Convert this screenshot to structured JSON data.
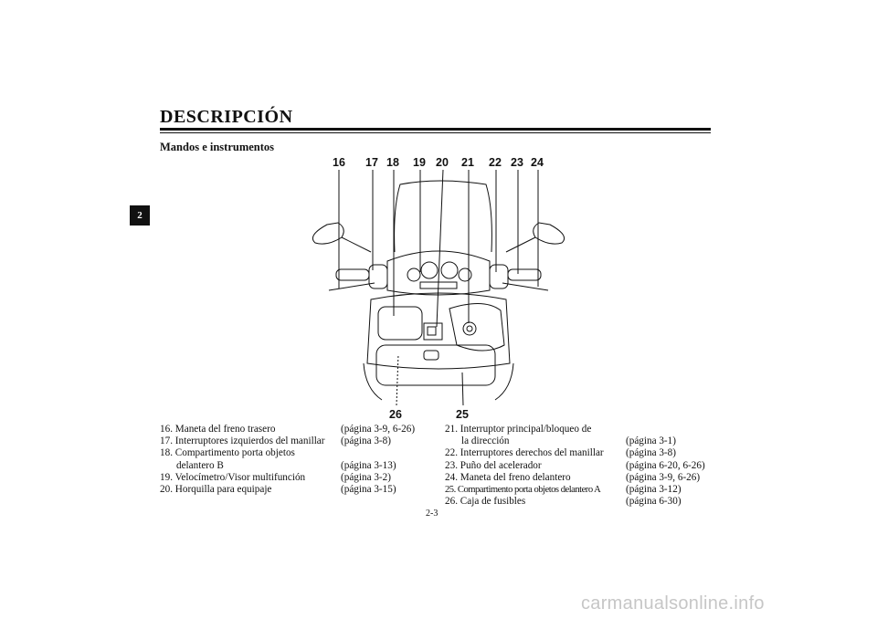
{
  "header": {
    "title": "DESCRIPCIÓN",
    "chapter_tab": "2"
  },
  "section": {
    "subtitle": "Mandos e instrumentos"
  },
  "callouts": {
    "top": [
      "16",
      "17",
      "18",
      "19",
      "20",
      "21",
      "22",
      "23",
      "24"
    ],
    "bottom": [
      "26",
      "25"
    ]
  },
  "legend_left": [
    {
      "text": "16. Maneta del freno trasero",
      "page": "(página 3-9, 6-26)"
    },
    {
      "text": "17. Interruptores izquierdos del manillar",
      "page": "(página 3-8)"
    },
    {
      "text": "18. Compartimento porta objetos",
      "page": ""
    },
    {
      "text": "delantero B",
      "page": "(página 3-13)"
    },
    {
      "text": "19. Velocímetro/Visor multifunción",
      "page": "(página 3-2)"
    },
    {
      "text": "20. Horquilla para equipaje",
      "page": "(página 3-15)"
    }
  ],
  "legend_right": [
    {
      "text": "21. Interruptor principal/bloqueo de",
      "page": ""
    },
    {
      "text": "la dirección",
      "page": "(página 3-1)"
    },
    {
      "text": "22. Interruptores derechos del manillar",
      "page": "(página 3-8)"
    },
    {
      "text": "23. Puño del acelerador",
      "page": "(página 6-20, 6-26)"
    },
    {
      "text": "24. Maneta del freno delantero",
      "page": "(página 3-9, 6-26)"
    },
    {
      "text": "25. Compartimento porta objetos delantero A",
      "page": "(página 3-12)"
    },
    {
      "text": "26. Caja de fusibles",
      "page": "(página 6-30)"
    }
  ],
  "footer": {
    "page_number": "2-3"
  },
  "watermark": {
    "text": "carmanualsonline.info"
  }
}
